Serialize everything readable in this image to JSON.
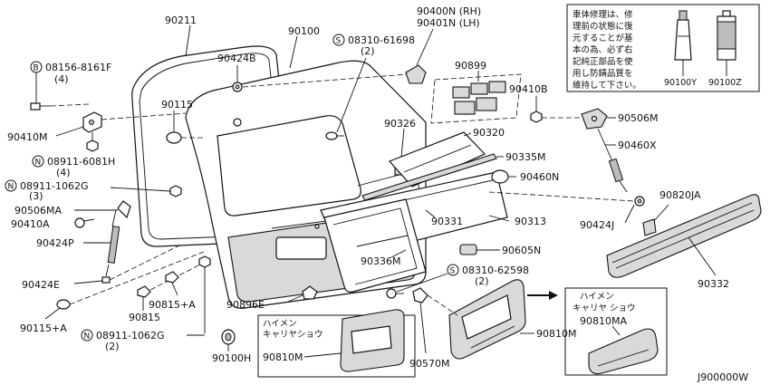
{
  "diagram": {
    "code": "J900000W",
    "note_text": [
      "車体修理は、修",
      "理前の状態に復",
      "元することが基",
      "本の為、必ず右",
      "記純正部品を使",
      "用し防錆品質を",
      "維持して下さい。"
    ],
    "note_parts": [
      "90100Y",
      "90100Z"
    ],
    "parts": {
      "p90211": "90211",
      "p90100": "90100",
      "p90400": "90400N (RH)",
      "p90401": "90401N (LH)",
      "p08310a": "08310-61698",
      "p08310a_qty": "(2)",
      "p08156": "08156-8161F",
      "p08156_qty": "(4)",
      "p90424b": "90424B",
      "p90899": "90899",
      "p90410b": "90410B",
      "p90115": "90115",
      "p90506m": "90506M",
      "p90410m": "90410M",
      "p08911a": "08911-6081H",
      "p08911a_qty": "(4)",
      "p90326": "90326",
      "p90320": "90320",
      "p90460x": "90460X",
      "p90335m": "90335M",
      "p08911b": "08911-1062G",
      "p08911b_qty": "(3)",
      "p90460n": "90460N",
      "p90506ma": "90506MA",
      "p90820ja": "90820JA",
      "p90410a": "90410A",
      "p90331": "90331",
      "p90313": "90313",
      "p90424j": "90424J",
      "p90424p": "90424P",
      "p90605n": "90605N",
      "p90336m": "90336M",
      "p08310b": "08310-62598",
      "p08310b_qty": "(2)",
      "p90332": "90332",
      "p90424e": "90424E",
      "p90815a": "90815+A",
      "p90896e": "90896E",
      "p90815": "90815",
      "p90115a": "90115+A",
      "p08911c": "08911-1062G",
      "p08911c_qty": "(2)",
      "p90810m_a": "90810M",
      "p90810m_b": "90810M",
      "p90810ma": "90810MA",
      "p90100h": "90100H",
      "p90570m": "90570M"
    },
    "insets": {
      "left_line1": "ハイメン",
      "left_line2": "キャリヤショウ",
      "right_line1": "ハイメン",
      "right_line2": "キャリヤ ショウ"
    },
    "symbols": {
      "s": "S",
      "b": "B",
      "n": "N"
    }
  }
}
